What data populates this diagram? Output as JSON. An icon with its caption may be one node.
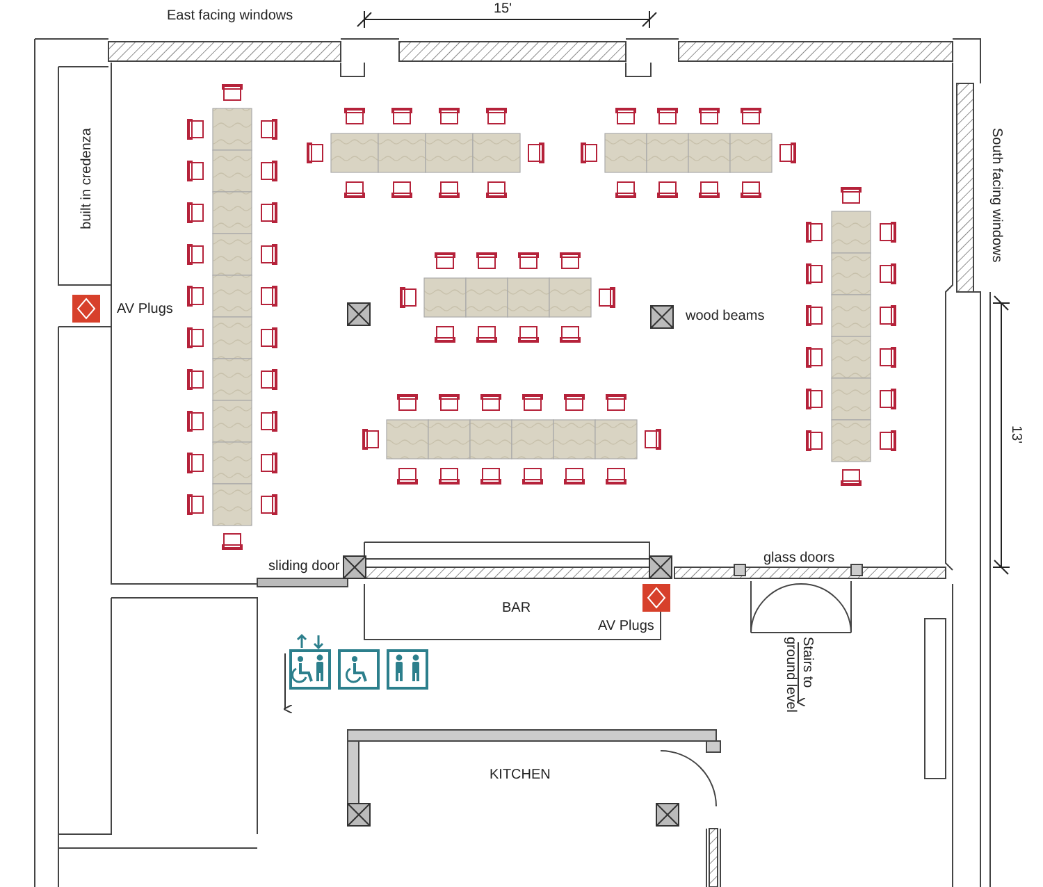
{
  "diagram": {
    "labels": [
      "East facing windows",
      "15'",
      "South facing windows",
      "built in credenza",
      "AV Plugs",
      "wood beams",
      "13'",
      "sliding door",
      "glass doors",
      "BAR",
      "AV Plugs",
      "Stairs to ground level",
      "KITCHEN"
    ]
  }
}
